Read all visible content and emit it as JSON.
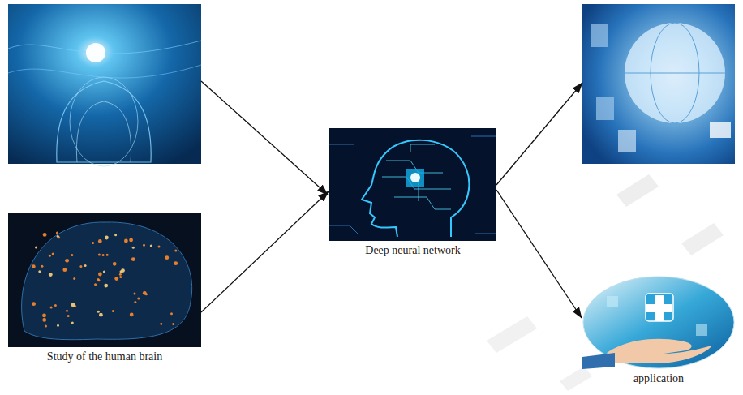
{
  "diagram": {
    "nodes": [
      {
        "text": [
          "Study of the human brain"
        ]
      },
      {
        "text": [
          "Deep neural network"
        ]
      },
      {
        "text": [
          "application"
        ]
      }
    ],
    "edges": [
      {
        "from": 0,
        "to": 1,
        "arrow": "to"
      },
      {
        "from": 1,
        "to": 2,
        "arrow": "to"
      }
    ]
  }
}
